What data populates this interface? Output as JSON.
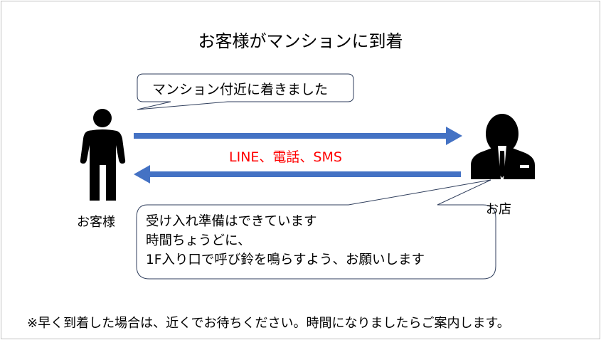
{
  "title": "お客様がマンションに到着",
  "customer_message": "マンション付近に着きました",
  "channels": "LINE、電話、SMS",
  "customer_label": "お客様",
  "shop_label": "お店",
  "shop_reply": [
    "受け入れ準備はできています",
    "時間ちょうどに、",
    "1F入り口で呼び鈴を鳴らすよう、お願いします"
  ],
  "note": "※早く到着した場合は、近くでお待ちください。時間になりましたらご案内します。",
  "colors": {
    "arrow": "#4472c4",
    "channels": "#ff0000",
    "callout_border": "#2f3e5c"
  }
}
